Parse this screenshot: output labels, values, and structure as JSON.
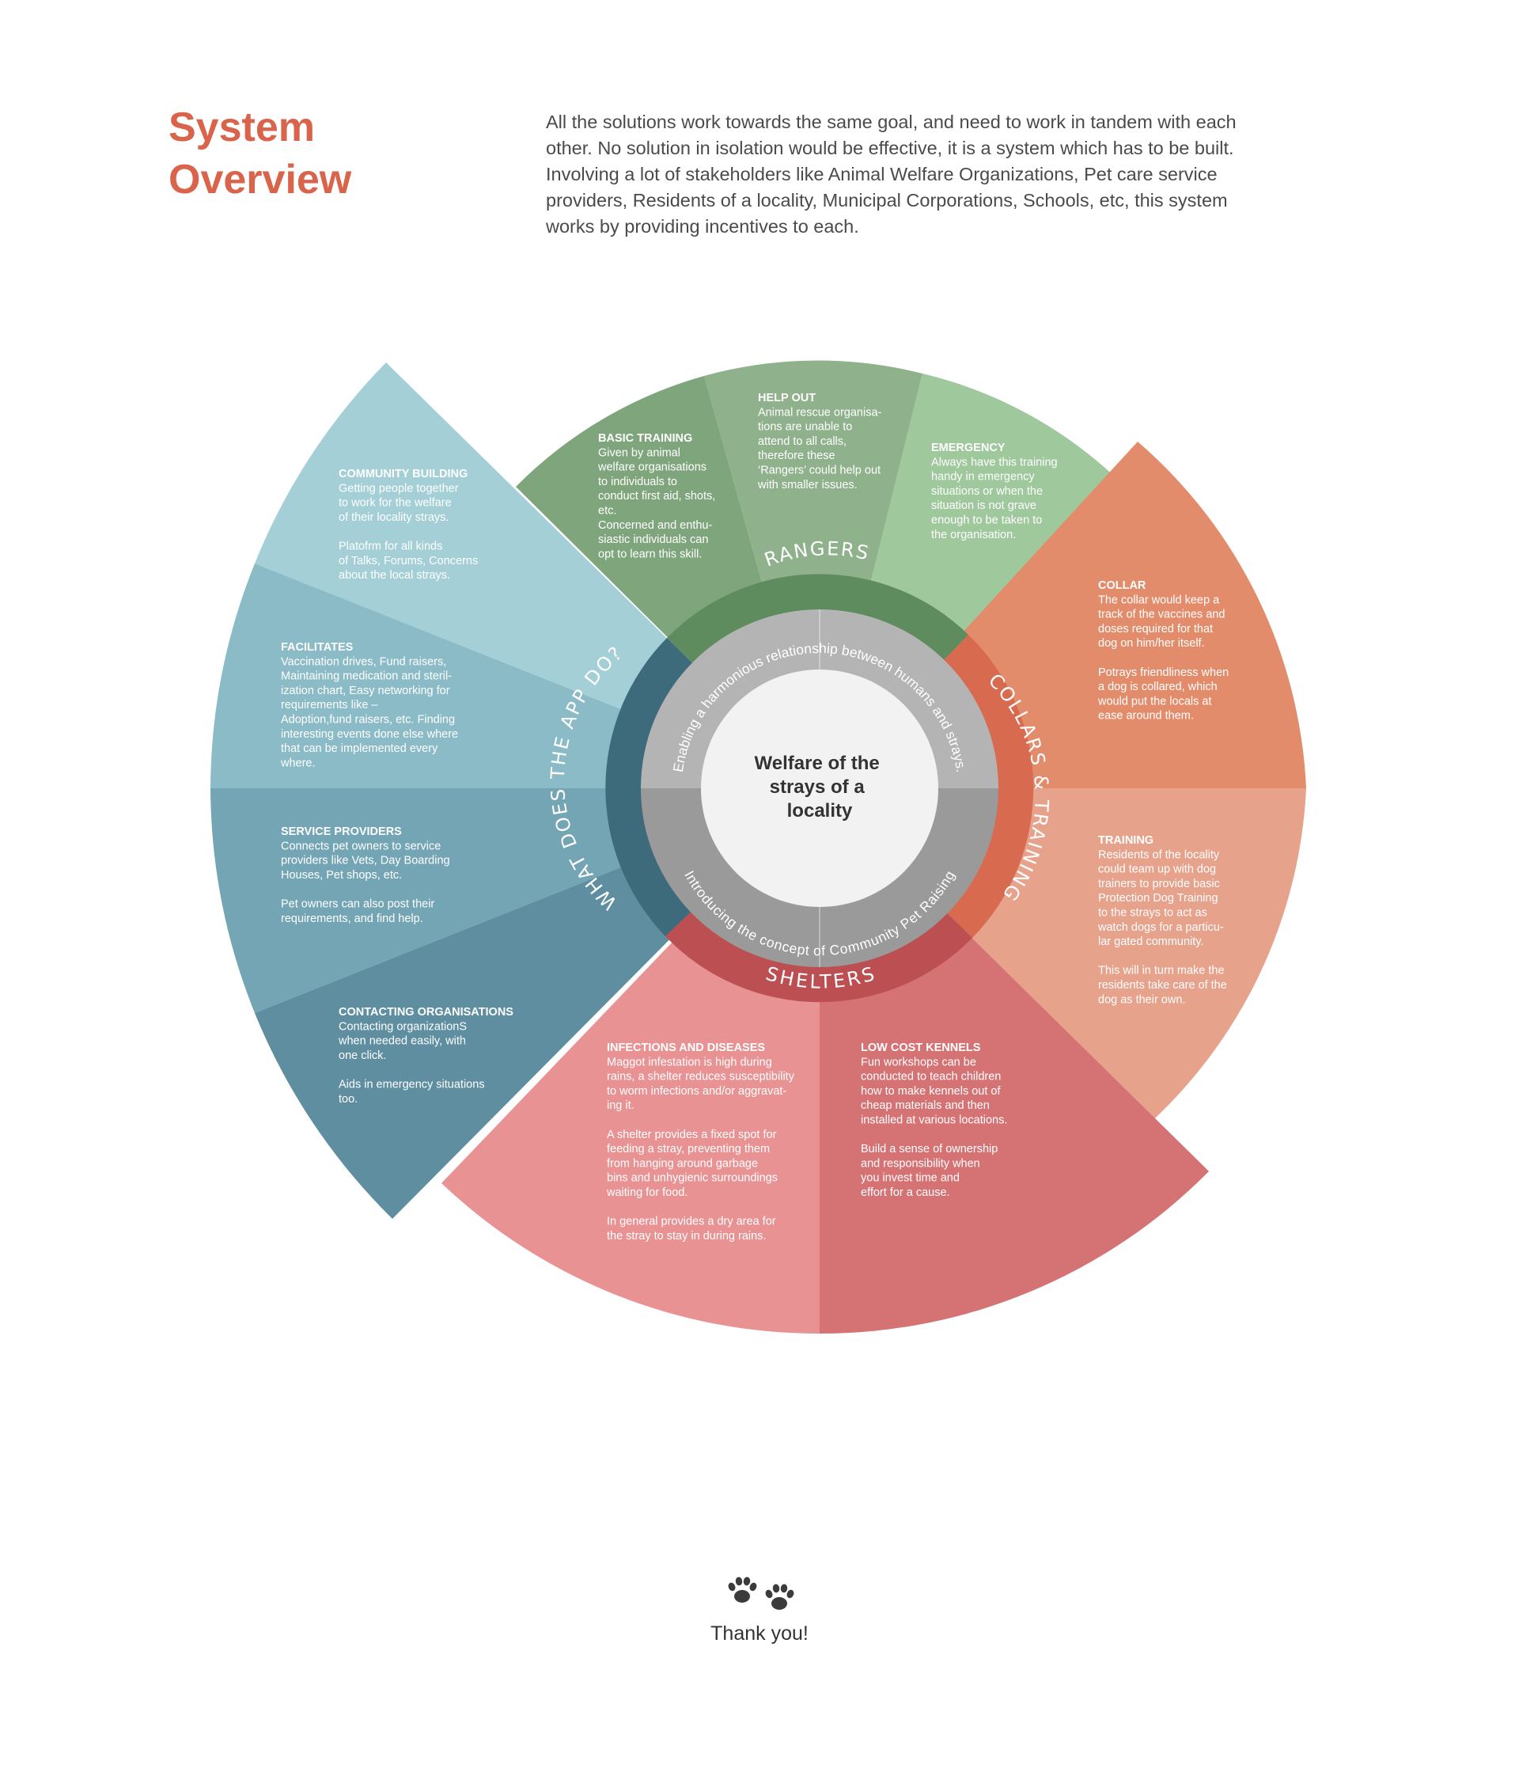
{
  "title": [
    "System",
    "Overview"
  ],
  "intro": [
    "All the solutions work towards the same goal, and need to work in tandem with each",
    "other. No solution in isolation would be effective, it is a system which has to be built.",
    "Involving a lot of stakeholders like Animal Welfare Organizations, Pet care service",
    "providers, Residents of a locality, Municipal Corporations, Schools, etc, this system",
    "works by providing incentives to each."
  ],
  "center": [
    "Welfare of the",
    "strays of a",
    "locality"
  ],
  "inner_ring": {
    "top": "Enabling a harmonious relationship between humans and strays.",
    "bottom": "Introducing the concept of Community Pet Raising"
  },
  "ring_labels": {
    "rangers": "RANGERS",
    "collars": "COLLARS & TRAINING",
    "shelters": "SHELTERS",
    "app": "WHAT DOES THE APP DO?"
  },
  "colors": {
    "rangers_ring": "#5e8c5e",
    "collars_ring": "#d86a4f",
    "shelters_ring": "#bc4f52",
    "app_ring": "#3e6b7c",
    "green_1": "#7fa57c",
    "green_2": "#8fb18c",
    "green_3": "#9fc89d",
    "orange_1": "#e38c6c",
    "orange_2": "#e7a28c",
    "red_1": "#e89294",
    "red_2": "#d57274",
    "blue_1": "#a4cfd6",
    "blue_2": "#8bbbc6",
    "blue_3": "#73a5b4",
    "blue_4": "#5e8e9f",
    "inner_top": "#b4b4b4",
    "inner_bottom": "#9a9a9a",
    "center": "#f2f2f2",
    "title": "#d9634b"
  },
  "blocks": {
    "community_building": {
      "heading": "COMMUNITY BUILDING",
      "lines": [
        "Getting people together",
        "to work for the welfare",
        "of their locality strays.",
        "",
        "Platofrm for all kinds",
        "of  Talks, Forums, Concerns",
        "about the local strays."
      ]
    },
    "facilitates": {
      "heading": "FACILITATES",
      "lines": [
        "Vaccination drives, Fund raisers,",
        "Maintaining medication and steril-",
        "ization chart, Easy networking for",
        "requirements like –",
        "Adoption,fund raisers, etc. Finding",
        "interesting events done else where",
        "that can be implemented every",
        "where."
      ]
    },
    "service_providers": {
      "heading": "SERVICE PROVIDERS",
      "lines": [
        "Connects pet owners to service",
        "providers like Vets, Day Boarding",
        "Houses, Pet shops, etc.",
        "",
        "Pet owners can also post their",
        "requirements, and find help."
      ]
    },
    "contacting_organisations": {
      "heading": "CONTACTING ORGANISATIONS",
      "lines": [
        "Contacting organizationS",
        "when needed easily, with",
        "one click.",
        "",
        "Aids in emergency situations",
        "too."
      ]
    },
    "basic_training": {
      "heading": "BASIC TRAINING",
      "lines": [
        "Given by animal",
        "welfare organisations",
        "to individuals to",
        "conduct first aid, shots,",
        "etc.",
        "Concerned and enthu-",
        "siastic individuals can",
        "opt to learn this skill."
      ]
    },
    "help_out": {
      "heading": "HELP OUT",
      "lines": [
        "Animal rescue organisa-",
        "tions are unable to",
        "attend to all calls,",
        "therefore these",
        "‘Rangers’ could help out",
        "with smaller issues."
      ]
    },
    "emergency": {
      "heading": "EMERGENCY",
      "lines": [
        "Always have this training",
        "handy in emergency",
        "situations or when the",
        "situation is not grave",
        "enough to be taken to",
        "the organisation."
      ]
    },
    "collar": {
      "heading": "COLLAR",
      "lines": [
        "The collar would keep a",
        "track of the vaccines and",
        "doses required for that",
        "dog on him/her itself.",
        "",
        "Potrays friendliness when",
        "a dog is collared, which",
        "would put the locals at",
        "ease around them."
      ]
    },
    "training": {
      "heading": "TRAINING",
      "lines": [
        "Residents of the locality",
        "could team up with dog",
        "trainers to provide basic",
        "Protection Dog Training",
        "to the strays to act as",
        "watch dogs for a particu-",
        "lar gated community.",
        "",
        "This will in turn make the",
        "residents take care of the",
        "dog as their own."
      ]
    },
    "infections": {
      "heading": "INFECTIONS AND DISEASES",
      "lines": [
        "Maggot infestation is high during",
        "rains, a shelter reduces susceptibility",
        "to worm infections and/or aggravat-",
        "ing it.",
        "",
        "A shelter provides a fixed spot for",
        "feeding a stray, preventing them",
        "from hanging around garbage",
        "bins and unhygienic surroundings",
        "waiting for food.",
        "",
        "In general provides a dry area for",
        "the stray to stay in during rains."
      ]
    },
    "kennels": {
      "heading": "LOW COST KENNELS",
      "lines": [
        "Fun workshops can be",
        "conducted to teach children",
        "how to make kennels out of",
        "cheap materials and then",
        "installed at various locations.",
        "",
        "Build a sense of ownership",
        "and responsibility when",
        "you invest time and",
        "effort for a cause."
      ]
    }
  },
  "footer": {
    "icon": "paw-prints-icon",
    "text": "Thank you!"
  }
}
